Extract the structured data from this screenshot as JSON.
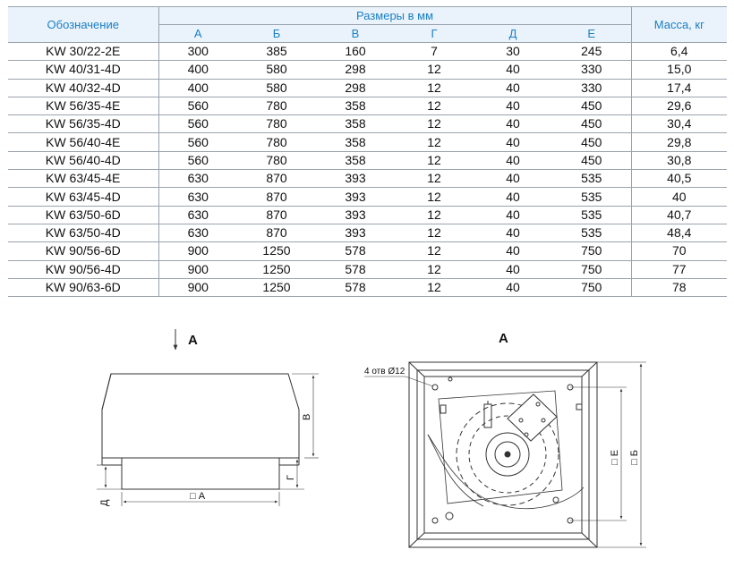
{
  "table": {
    "col_designation": "Обозначение",
    "group_dims": "Размеры в мм",
    "col_mass": "Масса, кг",
    "dim_headers": [
      "А",
      "Б",
      "В",
      "Г",
      "Д",
      "Е"
    ],
    "rows": [
      [
        "KW 30/22-2E",
        "300",
        "385",
        "160",
        "7",
        "30",
        "245",
        "6,4"
      ],
      [
        "KW 40/31-4D",
        "400",
        "580",
        "298",
        "12",
        "40",
        "330",
        "15,0"
      ],
      [
        "KW 40/32-4D",
        "400",
        "580",
        "298",
        "12",
        "40",
        "330",
        "17,4"
      ],
      [
        "KW 56/35-4E",
        "560",
        "780",
        "358",
        "12",
        "40",
        "450",
        "29,6"
      ],
      [
        "KW 56/35-4D",
        "560",
        "780",
        "358",
        "12",
        "40",
        "450",
        "30,4"
      ],
      [
        "KW 56/40-4E",
        "560",
        "780",
        "358",
        "12",
        "40",
        "450",
        "29,8"
      ],
      [
        "KW 56/40-4D",
        "560",
        "780",
        "358",
        "12",
        "40",
        "450",
        "30,8"
      ],
      [
        "KW 63/45-4E",
        "630",
        "870",
        "393",
        "12",
        "40",
        "535",
        "40,5"
      ],
      [
        "KW 63/45-4D",
        "630",
        "870",
        "393",
        "12",
        "40",
        "535",
        "40"
      ],
      [
        "KW 63/50-6D",
        "630",
        "870",
        "393",
        "12",
        "40",
        "535",
        "40,7"
      ],
      [
        "KW 63/50-4D",
        "630",
        "870",
        "393",
        "12",
        "40",
        "535",
        "48,4"
      ],
      [
        "KW 90/56-6D",
        "900",
        "1250",
        "578",
        "12",
        "40",
        "750",
        "70"
      ],
      [
        "KW 90/56-4D",
        "900",
        "1250",
        "578",
        "12",
        "40",
        "750",
        "77"
      ],
      [
        "KW 90/63-6D",
        "900",
        "1250",
        "578",
        "12",
        "40",
        "750",
        "78"
      ]
    ]
  },
  "side_view": {
    "view_arrow_label": "А",
    "dim_v": "В",
    "dim_g": "Г",
    "dim_d": "Д",
    "dim_a": "□ А"
  },
  "top_view": {
    "view_label": "А",
    "holes_note": "4 отв Ø12",
    "dim_e": "□ Е",
    "dim_b": "□ Б"
  },
  "colors": {
    "header_text": "#1a7fc4",
    "header_bg": "#eaf3fb",
    "rule": "#9aa3ad"
  }
}
